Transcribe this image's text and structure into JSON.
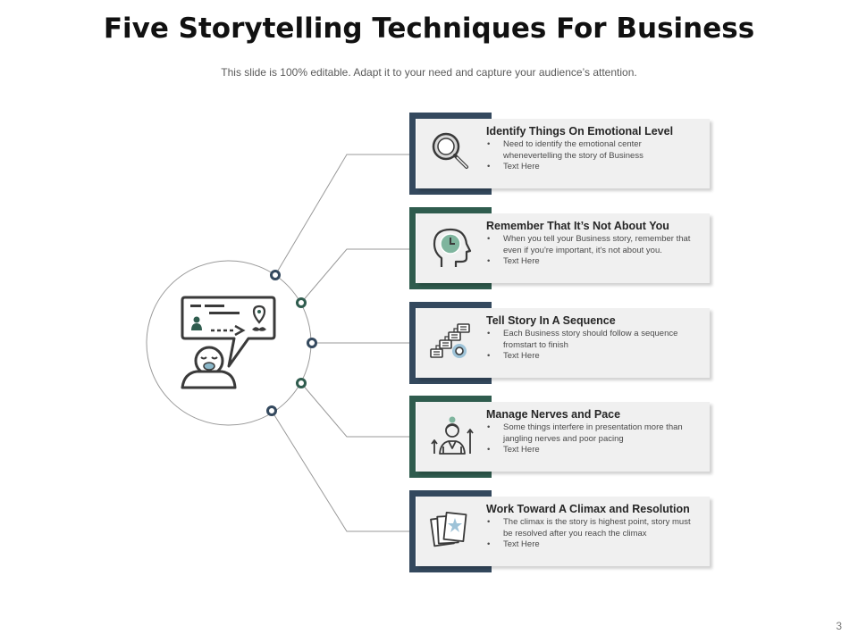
{
  "header": {
    "title": "Five Storytelling Techniques For Business",
    "subtitle": "This slide is 100% editable. Adapt it to your need and capture your audience’s attention."
  },
  "colors": {
    "navy": "#34495e",
    "green": "#2f5c4e",
    "card": "#f0f0f0",
    "line": "#9a9a9a"
  },
  "central_icon": "storyteller-speech-icon",
  "items": [
    {
      "title": "Identify Things On Emotional Level",
      "bullets": [
        "Need to identify the emotional center whenevertelling the story of Business",
        "Text Here"
      ],
      "icon": "magnifier-icon",
      "accent": "navy"
    },
    {
      "title": "Remember That It’s Not About You",
      "bullets": [
        "When you tell your Business story, remember that even if you're important, it's not about you.",
        "Text Here"
      ],
      "icon": "head-clock-icon",
      "accent": "green"
    },
    {
      "title": "Tell Story In A Sequence",
      "bullets": [
        "Each Business story should follow a sequence fromstart to finish",
        "Text Here"
      ],
      "icon": "sequence-flow-icon",
      "accent": "navy"
    },
    {
      "title": "Manage Nerves and Pace",
      "bullets": [
        "Some things interfere in presentation more than jangling nerves and poor pacing",
        "Text Here"
      ],
      "icon": "stressed-person-icon",
      "accent": "green"
    },
    {
      "title": "Work Toward A Climax and Resolution",
      "bullets": [
        "The climax is the story is highest point, story must be resolved after you reach the climax",
        "Text Here"
      ],
      "icon": "story-cards-icon",
      "accent": "navy"
    }
  ],
  "footer": {
    "page_number": "3"
  }
}
